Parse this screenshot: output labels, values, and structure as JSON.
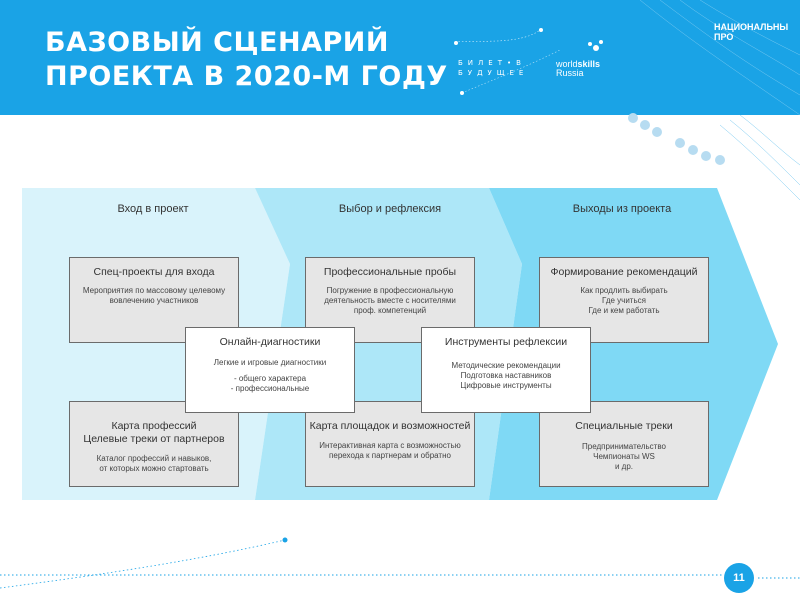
{
  "header": {
    "title_line1": "БАЗОВЫЙ СЦЕНАРИЙ",
    "title_line2": "ПРОЕКТА В 2020-М ГОДУ",
    "logo_bilet_line1": "БИЛЕТ•В",
    "logo_bilet_line2": "БУДУЩЕЕ",
    "logo_ws_line1a": "world",
    "logo_ws_line1b": "skills",
    "logo_ws_line2": "Russia",
    "logo_nat_line1": "НАЦИОНАЛЬНЫ",
    "logo_nat_line2": "ПРО"
  },
  "columns": [
    "Вход в проект",
    "Выбор и рефлексия",
    "Выходы из проекта"
  ],
  "boxes": {
    "spec": {
      "title": "Спец-проекты для входа",
      "desc": "Мероприятия по массовому целевому\nвовлечению участников"
    },
    "prof": {
      "title": "Профессиональные пробы",
      "desc": "Погружение в профессиональную\nдеятельность вместе с носителями\nпроф. компетенций"
    },
    "form": {
      "title": "Формирование рекомендаций",
      "desc": "Как продлить выбирать\nГде учиться\nГде и кем работать"
    },
    "online": {
      "title": "Онлайн-диагностики",
      "desc": "Легкие и игровые диагностики",
      "desc2": "- общего характера\n- профессиональные"
    },
    "instr": {
      "title": "Инструменты рефлексии",
      "desc": "Методические рекомендации\nПодготовка наставников\nЦифровые инструменты"
    },
    "karta_prof": {
      "title": "Карта профессий\nЦелевые треки от партнеров",
      "desc": "Каталог профессий и навыков,\nот которых можно стартовать"
    },
    "karta_plosh": {
      "title": "Карта площадок и возможностей",
      "desc": "Интерактивная карта с возможностью\nперехода к партнерам и обратно"
    },
    "spec_treki": {
      "title": "Специальные треки",
      "desc": "Предпринимательство\nЧемпионаты WS\nи др."
    }
  },
  "page_number": "11",
  "colors": {
    "header_blue": "#1aa3e6",
    "col1": "#d9f3fb",
    "col2": "#ade7f8",
    "col3": "#7fd9f5",
    "dots": "#b7dcf1"
  }
}
